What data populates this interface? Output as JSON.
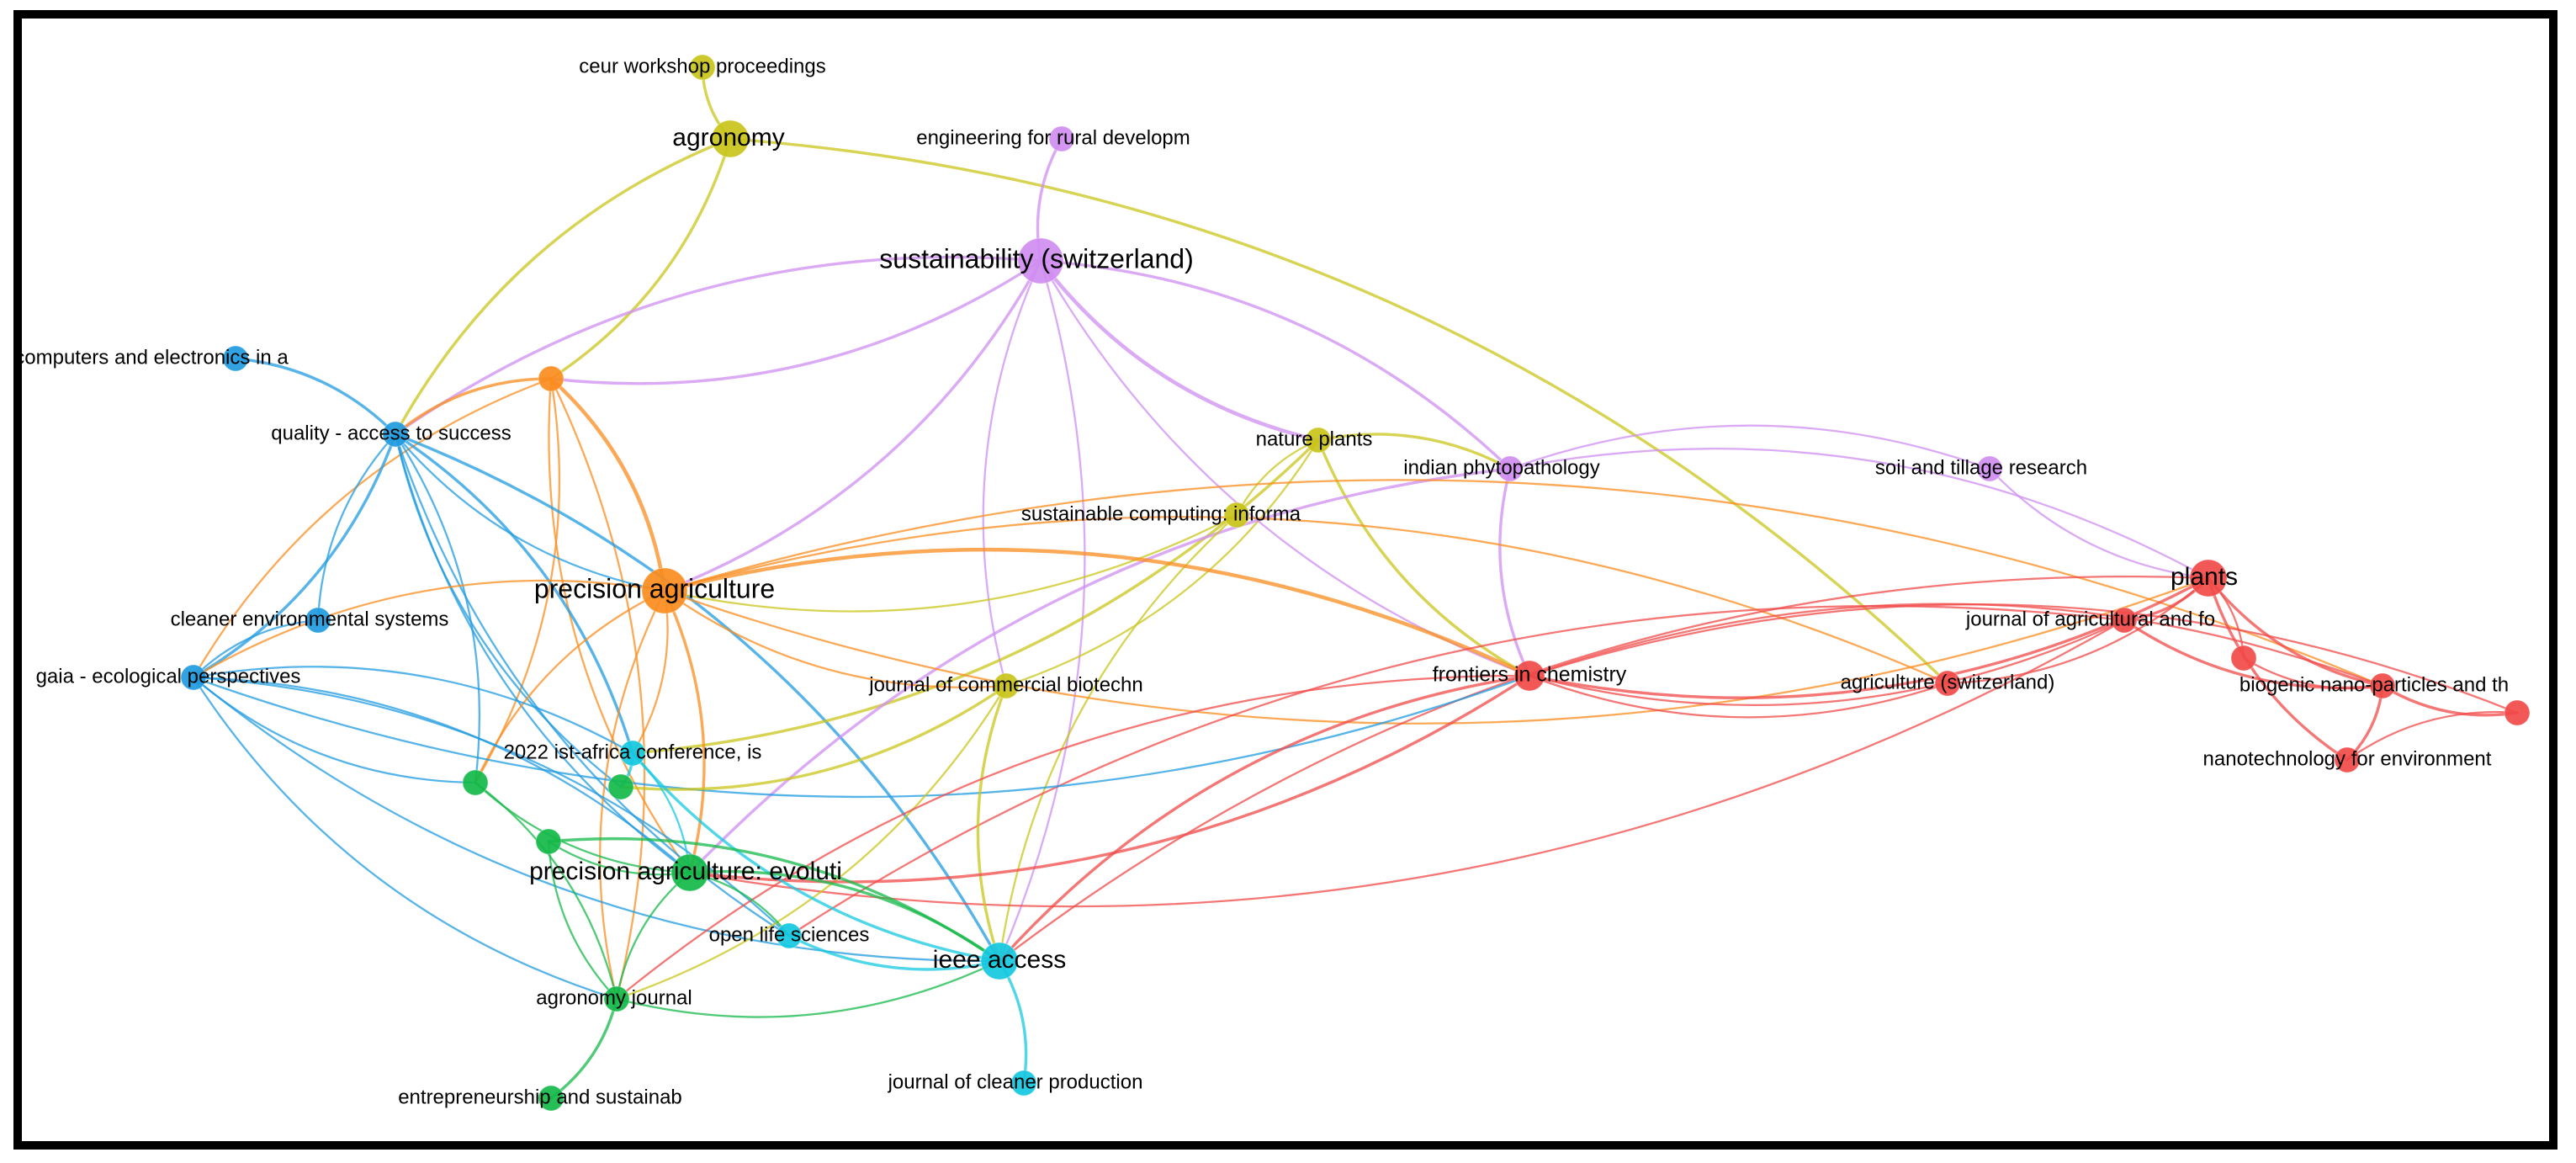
{
  "clusters": {
    "yellow": "#c9c41a",
    "purple": "#cf8df0",
    "blue": "#1f9be0",
    "orange": "#fa8c1e",
    "green": "#14b848",
    "cyan": "#14c8e0",
    "red": "#f04a48"
  },
  "nodes": [
    {
      "id": "ceur",
      "label": "ceur workshop proceedings",
      "cluster": "yellow",
      "weight": 1
    },
    {
      "id": "agronomy",
      "label": "agronomy",
      "cluster": "yellow",
      "weight": 3
    },
    {
      "id": "eng_rural",
      "label": "engineering for rural developm",
      "cluster": "purple",
      "weight": 1
    },
    {
      "id": "sustain_ch",
      "label": "sustainability (switzerland)",
      "cluster": "purple",
      "weight": 4
    },
    {
      "id": "comp_elec",
      "label": "computers and electronics in a",
      "cluster": "blue",
      "weight": 1
    },
    {
      "id": "orange_small",
      "label": "",
      "cluster": "orange",
      "weight": 1
    },
    {
      "id": "quality",
      "label": "quality - access to success",
      "cluster": "blue",
      "weight": 1
    },
    {
      "id": "nature_plants",
      "label": "nature plants",
      "cluster": "yellow",
      "weight": 1
    },
    {
      "id": "indian_phyto",
      "label": "indian phytopathology",
      "cluster": "purple",
      "weight": 1
    },
    {
      "id": "soil_tillage",
      "label": "soil and tillage research",
      "cluster": "purple",
      "weight": 1
    },
    {
      "id": "sust_comp",
      "label": "sustainable computing: informa",
      "cluster": "yellow",
      "weight": 1
    },
    {
      "id": "prec_ag",
      "label": "precision agriculture",
      "cluster": "orange",
      "weight": 4
    },
    {
      "id": "plants",
      "label": "plants",
      "cluster": "red",
      "weight": 3
    },
    {
      "id": "clean_env",
      "label": "cleaner environmental systems",
      "cluster": "blue",
      "weight": 1
    },
    {
      "id": "j_ag_food",
      "label": "journal of agricultural and fo",
      "cluster": "red",
      "weight": 1
    },
    {
      "id": "gaia",
      "label": "gaia - ecological perspectives",
      "cluster": "blue",
      "weight": 1
    },
    {
      "id": "j_comm_bio",
      "label": "journal of commercial biotechn",
      "cluster": "yellow",
      "weight": 1
    },
    {
      "id": "front_chem",
      "label": "frontiers in chemistry",
      "cluster": "red",
      "weight": 2
    },
    {
      "id": "ag_ch",
      "label": "agriculture (switzerland)",
      "cluster": "red",
      "weight": 1
    },
    {
      "id": "red_small_a",
      "label": "",
      "cluster": "red",
      "weight": 1
    },
    {
      "id": "biogenic",
      "label": "biogenic nano-particles and th",
      "cluster": "red",
      "weight": 1
    },
    {
      "id": "red_small_b",
      "label": "",
      "cluster": "red",
      "weight": 1
    },
    {
      "id": "ist_africa",
      "label": "2022 ist-africa conference, is",
      "cluster": "cyan",
      "weight": 1
    },
    {
      "id": "nanotech_env",
      "label": "nanotechnology for environment",
      "cluster": "red",
      "weight": 1
    },
    {
      "id": "green_a",
      "label": "",
      "cluster": "green",
      "weight": 1
    },
    {
      "id": "green_b",
      "label": "",
      "cluster": "green",
      "weight": 1
    },
    {
      "id": "green_c",
      "label": "",
      "cluster": "green",
      "weight": 1
    },
    {
      "id": "prec_ag_evol",
      "label": "precision agriculture: evoluti",
      "cluster": "green",
      "weight": 3
    },
    {
      "id": "open_life",
      "label": "open life sciences",
      "cluster": "cyan",
      "weight": 1
    },
    {
      "id": "ieee",
      "label": "ieee access",
      "cluster": "cyan",
      "weight": 3
    },
    {
      "id": "agron_j",
      "label": "agronomy journal",
      "cluster": "green",
      "weight": 1
    },
    {
      "id": "j_clean_prod",
      "label": "journal of cleaner production",
      "cluster": "cyan",
      "weight": 1
    },
    {
      "id": "entrep",
      "label": "entrepreneurship and sustainab",
      "cluster": "green",
      "weight": 1
    }
  ],
  "links": [
    [
      "ceur",
      "agronomy",
      2
    ],
    [
      "agronomy",
      "orange_small",
      2
    ],
    [
      "agronomy",
      "quality",
      2
    ],
    [
      "agronomy",
      "ag_ch",
      2
    ],
    [
      "eng_rural",
      "sustain_ch",
      2
    ],
    [
      "sustain_ch",
      "orange_small",
      2
    ],
    [
      "sustain_ch",
      "quality",
      2
    ],
    [
      "sustain_ch",
      "prec_ag",
      2
    ],
    [
      "sustain_ch",
      "nature_plants",
      3
    ],
    [
      "sustain_ch",
      "indian_phyto",
      2
    ],
    [
      "sustain_ch",
      "front_chem",
      1
    ],
    [
      "sustain_ch",
      "ieee",
      1
    ],
    [
      "sustain_ch",
      "j_comm_bio",
      1
    ],
    [
      "comp_elec",
      "quality",
      2
    ],
    [
      "orange_small",
      "quality",
      2
    ],
    [
      "orange_small",
      "prec_ag",
      3
    ],
    [
      "orange_small",
      "gaia",
      1
    ],
    [
      "orange_small",
      "green_a",
      1
    ],
    [
      "orange_small",
      "prec_ag_evol",
      1
    ],
    [
      "orange_small",
      "agron_j",
      1
    ],
    [
      "quality",
      "clean_env",
      1
    ],
    [
      "quality",
      "gaia",
      2
    ],
    [
      "quality",
      "prec_ag",
      1
    ],
    [
      "quality",
      "green_a",
      1
    ],
    [
      "quality",
      "green_b",
      1
    ],
    [
      "quality",
      "ist_africa",
      2
    ],
    [
      "quality",
      "open_life",
      1
    ],
    [
      "quality",
      "ieee",
      2
    ],
    [
      "quality",
      "prec_ag_evol",
      1
    ],
    [
      "nature_plants",
      "ist_africa",
      2
    ],
    [
      "nature_plants",
      "sust_comp",
      1
    ],
    [
      "nature_plants",
      "j_comm_bio",
      1
    ],
    [
      "nature_plants",
      "front_chem",
      2
    ],
    [
      "nature_plants",
      "indian_phyto",
      2
    ],
    [
      "indian_phyto",
      "front_chem",
      2
    ],
    [
      "indian_phyto",
      "soil_tillage",
      1
    ],
    [
      "indian_phyto",
      "prec_ag_evol",
      2
    ],
    [
      "indian_phyto",
      "plants",
      1
    ],
    [
      "soil_tillage",
      "plants",
      1
    ],
    [
      "sust_comp",
      "prec_ag",
      1
    ],
    [
      "sust_comp",
      "ieee",
      1
    ],
    [
      "prec_ag",
      "front_chem",
      3
    ],
    [
      "prec_ag",
      "j_comm_bio",
      1
    ],
    [
      "prec_ag",
      "ag_ch",
      1
    ],
    [
      "prec_ag",
      "gaia",
      1
    ],
    [
      "prec_ag",
      "ist_africa",
      1
    ],
    [
      "prec_ag",
      "green_a",
      1
    ],
    [
      "prec_ag",
      "prec_ag_evol",
      2
    ],
    [
      "prec_ag",
      "agron_j",
      1
    ],
    [
      "prec_ag",
      "biogenic",
      1
    ],
    [
      "prec_ag",
      "plants",
      1
    ],
    [
      "plants",
      "j_ag_food",
      2
    ],
    [
      "plants",
      "biogenic",
      2
    ],
    [
      "plants",
      "front_chem",
      2
    ],
    [
      "plants",
      "nanotech_env",
      2
    ],
    [
      "plants",
      "red_small_a",
      1
    ],
    [
      "plants",
      "ieee",
      1
    ],
    [
      "j_ag_food",
      "front_chem",
      1
    ],
    [
      "j_ag_food",
      "biogenic",
      2
    ],
    [
      "j_ag_food",
      "prec_ag_evol",
      1
    ],
    [
      "j_ag_food",
      "open_life",
      1
    ],
    [
      "gaia",
      "clean_env",
      1
    ],
    [
      "gaia",
      "green_a",
      1
    ],
    [
      "gaia",
      "prec_ag_evol",
      1
    ],
    [
      "gaia",
      "ieee",
      1
    ],
    [
      "gaia",
      "open_life",
      1
    ],
    [
      "gaia",
      "agron_j",
      1
    ],
    [
      "gaia",
      "ist_africa",
      1
    ],
    [
      "gaia",
      "front_chem",
      1
    ],
    [
      "j_comm_bio",
      "green_b",
      2
    ],
    [
      "j_comm_bio",
      "ieee",
      2
    ],
    [
      "j_comm_bio",
      "agron_j",
      1
    ],
    [
      "front_chem",
      "ieee",
      2
    ],
    [
      "front_chem",
      "prec_ag_evol",
      2
    ],
    [
      "front_chem",
      "agron_j",
      1
    ],
    [
      "front_chem",
      "biogenic",
      1
    ],
    [
      "front_chem",
      "ag_ch",
      1
    ],
    [
      "front_chem",
      "red_small_b",
      1
    ],
    [
      "biogenic",
      "red_small_b",
      2
    ],
    [
      "biogenic",
      "nanotech_env",
      2
    ],
    [
      "red_small_a",
      "biogenic",
      1
    ],
    [
      "ist_africa",
      "green_b",
      2
    ],
    [
      "ist_africa",
      "ieee",
      2
    ],
    [
      "ist_africa",
      "prec_ag_evol",
      1
    ],
    [
      "green_a",
      "prec_ag_evol",
      1
    ],
    [
      "green_a",
      "agron_j",
      1
    ],
    [
      "green_c",
      "prec_ag_evol",
      1
    ],
    [
      "green_c",
      "ieee",
      2
    ],
    [
      "green_c",
      "agron_j",
      1
    ],
    [
      "prec_ag_evol",
      "ieee",
      2
    ],
    [
      "prec_ag_evol",
      "agron_j",
      1
    ],
    [
      "prec_ag_evol",
      "open_life",
      1
    ],
    [
      "open_life",
      "ieee",
      2
    ],
    [
      "agron_j",
      "entrep",
      2
    ],
    [
      "agron_j",
      "ieee",
      1
    ],
    [
      "ieee",
      "j_clean_prod",
      2
    ],
    [
      "ag_ch",
      "plants",
      1
    ],
    [
      "nanotech_env",
      "red_small_b",
      1
    ]
  ]
}
